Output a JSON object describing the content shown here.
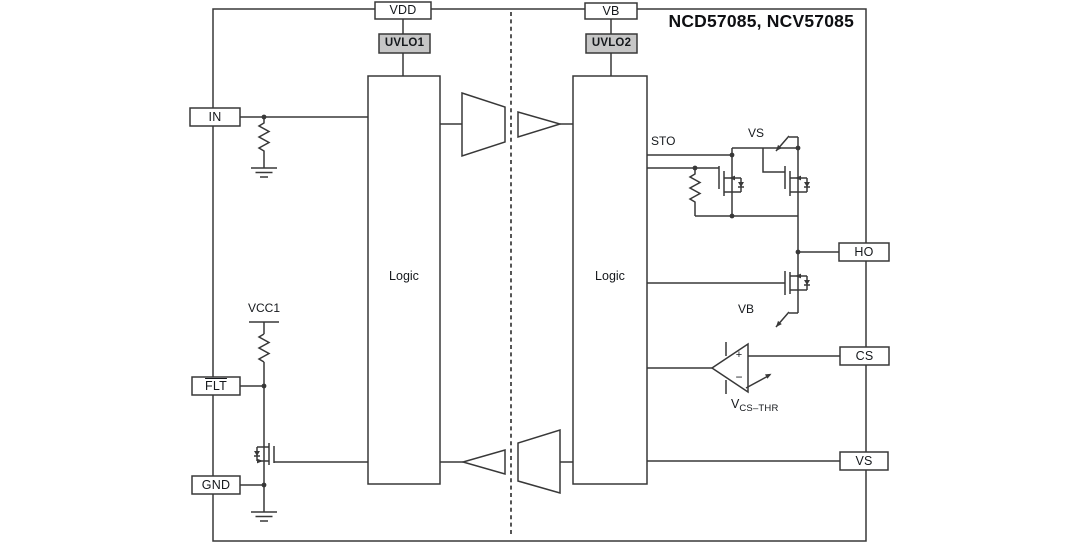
{
  "title": "NCD57085, NCV57085",
  "pins": {
    "vdd": "VDD",
    "vb": "VB",
    "in": "IN",
    "flt": "FLT",
    "gnd": "GND",
    "ho": "HO",
    "cs": "CS",
    "vs": "VS"
  },
  "blocks": {
    "uvlo1": "UVLO1",
    "uvlo2": "UVLO2",
    "logic_left": "Logic",
    "logic_right": "Logic"
  },
  "net_labels": {
    "sto": "STO",
    "vs_node": "VS",
    "vb_node": "VB",
    "vcc1": "VCC1",
    "comparator_plus": "+",
    "comparator_minus": "−",
    "vcs_thr_base": "V",
    "vcs_thr_sub": "CS–THR"
  },
  "colors": {
    "line": "#383838",
    "text": "#15181c",
    "uvlo_fill": "#c6c6c6",
    "background": "#ffffff"
  }
}
